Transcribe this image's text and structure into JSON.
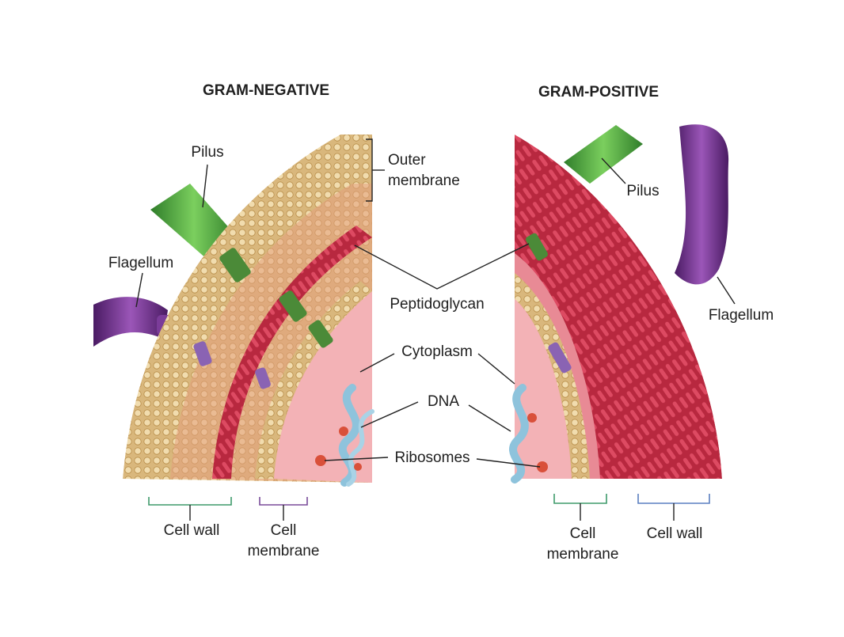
{
  "headings": {
    "negative": "GRAM-NEGATIVE",
    "positive": "GRAM-POSITIVE"
  },
  "labels": {
    "pilus": "Pilus",
    "outer_membrane_1": "Outer",
    "outer_membrane_2": "membrane",
    "flagellum": "Flagellum",
    "peptidoglycan": "Peptidoglycan",
    "cytoplasm": "Cytoplasm",
    "dna": "DNA",
    "ribosomes": "Ribosomes",
    "cell_wall": "Cell wall",
    "cell": "Cell",
    "membrane": "membrane"
  },
  "colors": {
    "lipid_head": "#e9cf9c",
    "lipid_tail": "#b98e4a",
    "peptidoglycan": "#c8344d",
    "cytoplasm": "#f3b2b6",
    "pilus": "#4fa23d",
    "flagellum": "#6a2c86",
    "dna": "#8ec3dc",
    "ribosome": "#d9503a",
    "bracket_green": "#3e9a6a",
    "bracket_purple": "#7a4c9a",
    "bracket_blue": "#5a7fc0"
  }
}
